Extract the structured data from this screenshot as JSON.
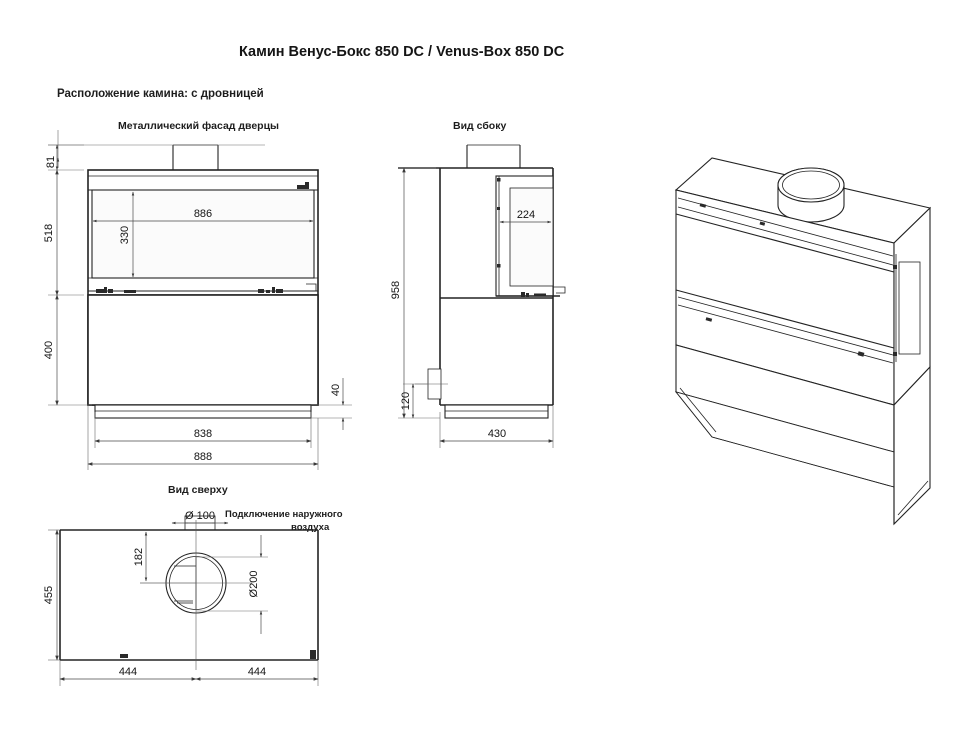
{
  "document": {
    "title": "Камин Венус-Бокс 850 DC / Venus-Box 850 DC",
    "subtitle": "Расположение камина: с дровницей"
  },
  "views": {
    "front": {
      "label": "Металлический фасад дверцы",
      "dimensions": {
        "top_band_height": "81",
        "firebox_height": "518",
        "glass_height": "330",
        "glass_width": "886",
        "woodbox_height": "400",
        "plinth_height": "40",
        "plinth_width": "838",
        "overall_width": "888"
      }
    },
    "side": {
      "label": "Вид сбоку",
      "dimensions": {
        "overall_height": "958",
        "door_width": "224",
        "depth": "430",
        "air_inlet_height": "120"
      }
    },
    "top": {
      "label": "Вид сверху",
      "air_note_line1": "Подключение наружного",
      "air_note_line2": "воздуха",
      "dimensions": {
        "air_inlet_diameter": "Ø 100",
        "flue_offset": "182",
        "flue_diameter": "Ø200",
        "depth": "455",
        "half_width_left": "444",
        "half_width_right": "444"
      }
    },
    "isometric": {
      "label": ""
    }
  },
  "style": {
    "line_color": "#232323",
    "dim_color": "#4a4a4a",
    "text_color": "#141414",
    "background": "#ffffff"
  }
}
